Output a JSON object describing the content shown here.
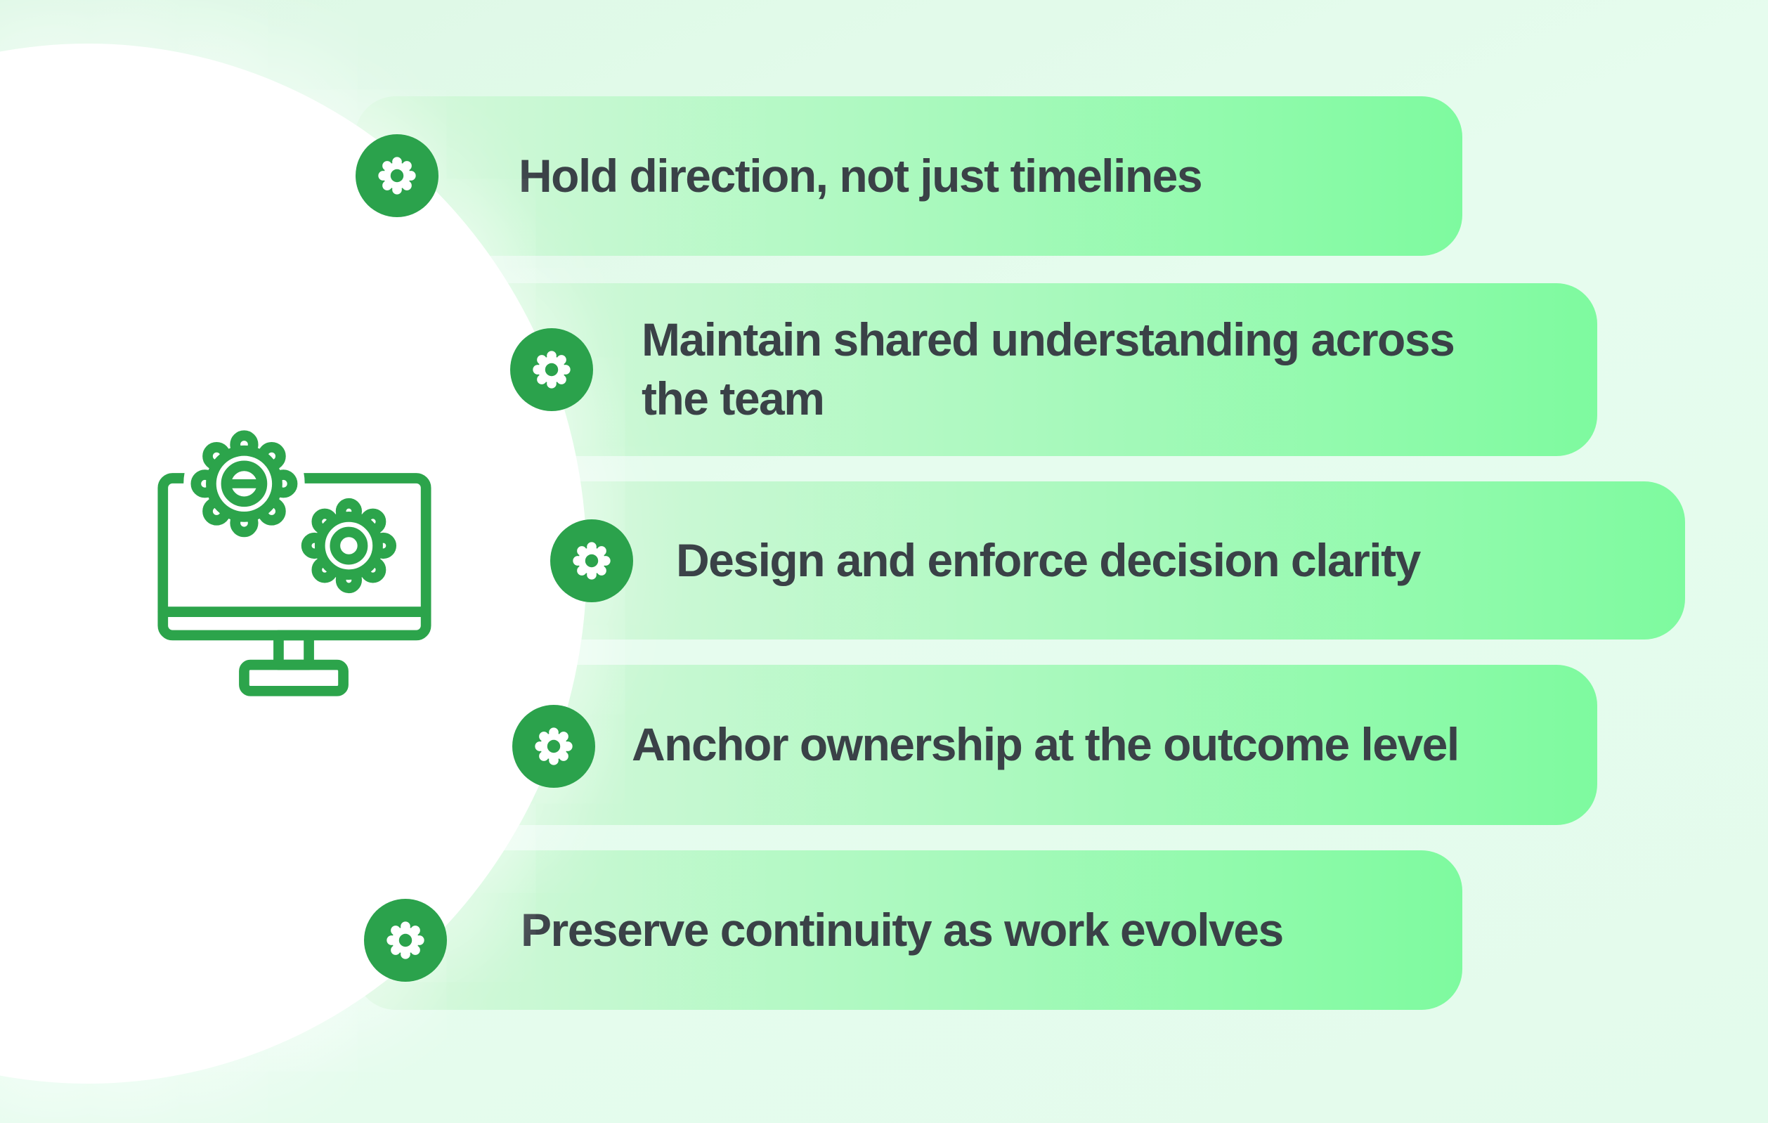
{
  "items": [
    {
      "label": "Hold direction, not just timelines"
    },
    {
      "label": "Maintain shared understanding across\nthe team"
    },
    {
      "label": "Design and enforce decision clarity"
    },
    {
      "label": "Anchor ownership at the outcome level"
    },
    {
      "label": "Preserve continuity as work evolves"
    }
  ],
  "icons": {
    "badge_icon": "gear-icon",
    "center_icon": "computer-with-gears-icon"
  },
  "colors": {
    "background": "#e6fcee",
    "bar_gradient_start": "#d8f8de",
    "bar_gradient_end": "#7efa9f",
    "accent_green": "#2ba24c",
    "icon_stroke": "#2ca44b",
    "text": "#3a4147",
    "circle": "#ffffff"
  }
}
